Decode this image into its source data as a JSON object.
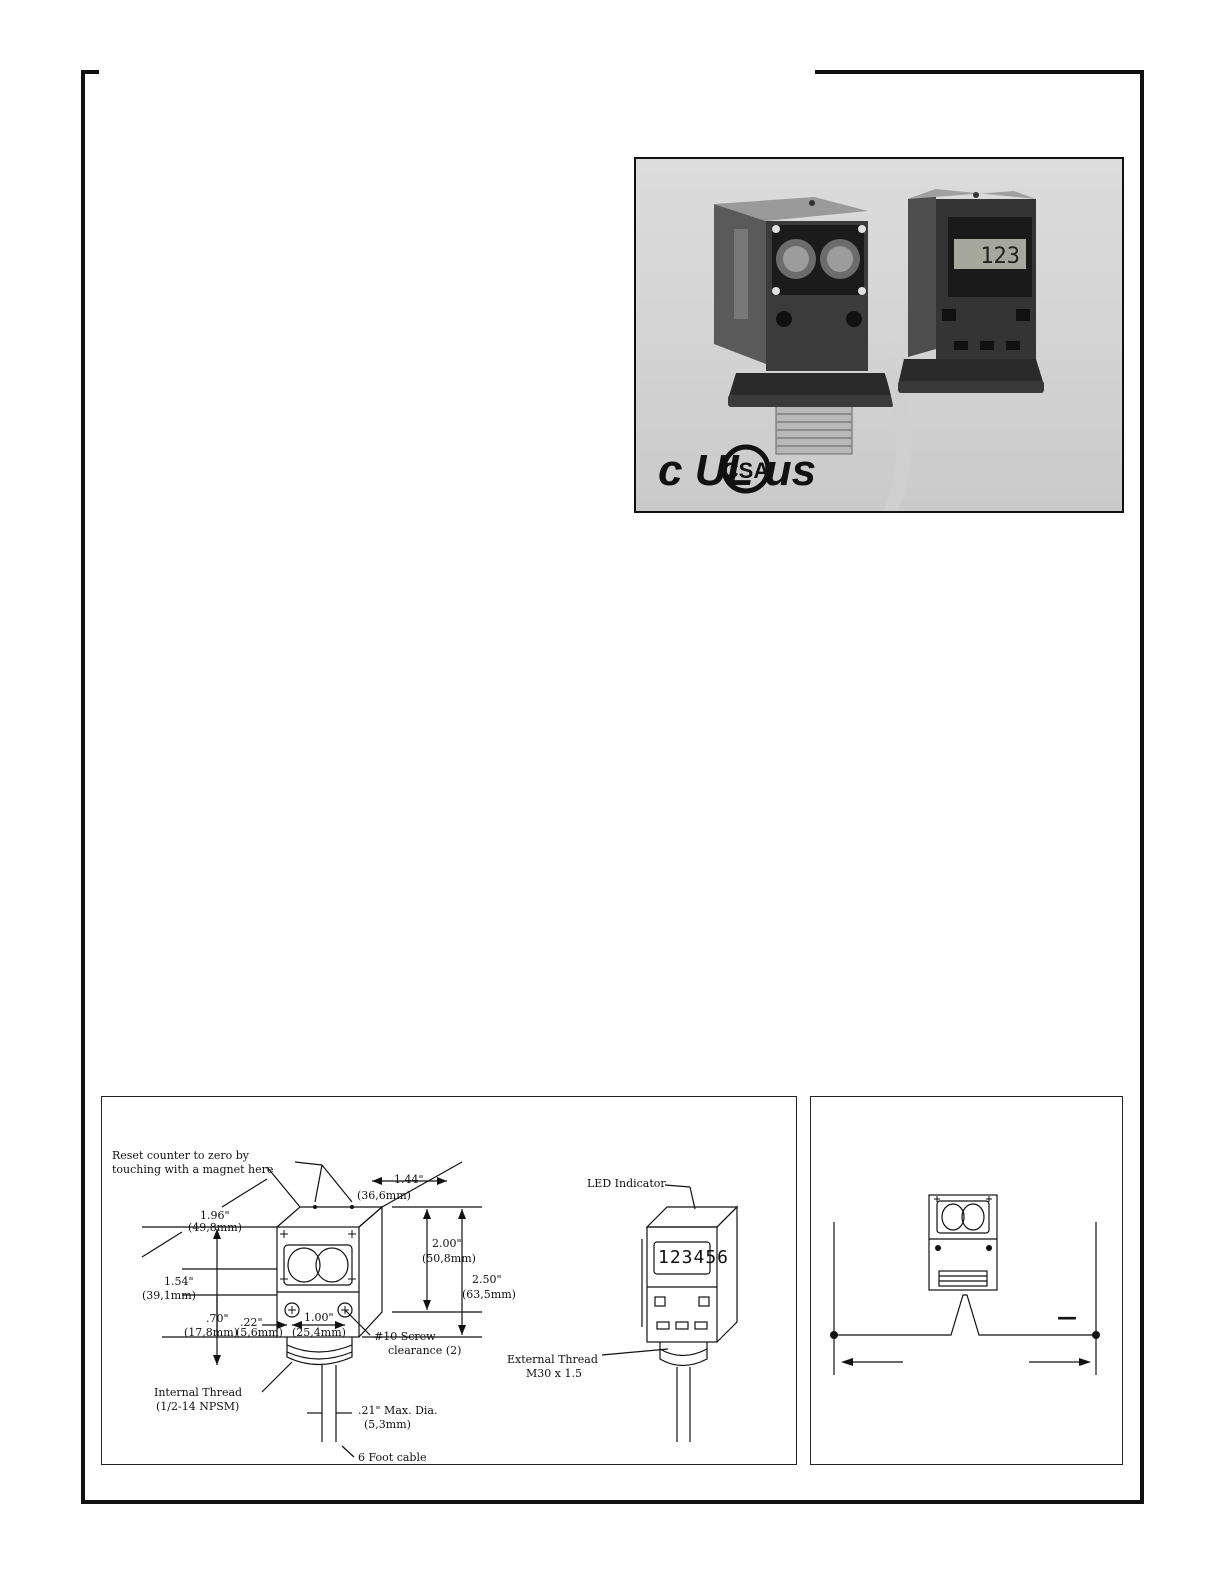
{
  "certifications": {
    "ul_mark": "c UL us",
    "csa_mark": "CSA"
  },
  "photo": {
    "display_left": "",
    "display_right": "123"
  },
  "dimension_drawing": {
    "reset_note_line1": "Reset counter to zero by",
    "reset_note_line2": "touching with a magnet here",
    "dim_144_in": "1.44\"",
    "dim_144_mm": "(36,6mm)",
    "dim_196_in": "1.96\"",
    "dim_196_mm": "(49,8mm)",
    "dim_200_in": "2.00\"",
    "dim_200_mm": "(50,8mm)",
    "dim_250_in": "2.50\"",
    "dim_250_mm": "(63,5mm)",
    "dim_154_in": "1.54\"",
    "dim_154_mm": "(39,1mm)",
    "dim_070_in": ".70\"",
    "dim_070_mm": "(17,8mm)",
    "dim_022_in": ".22\"",
    "dim_022_mm": "(5,6mm)",
    "dim_100_in": "1.00\"",
    "dim_100_mm": "(25,4mm)",
    "screw_line1": "#10 Screw",
    "screw_line2": "clearance (2)",
    "internal_thread_line1": "Internal Thread",
    "internal_thread_line2": "(1/2-14 NPSM)",
    "cable_dia_in": ".21\" Max. Dia.",
    "cable_dia_mm": "(5,3mm)",
    "cable_length": "6 Foot cable",
    "led_indicator": "LED Indicator",
    "display_digits": "123456",
    "external_thread_line1": "External Thread",
    "external_thread_line2": "M30 x 1.5"
  },
  "beam_diagram": {
    "minus_sign": "—"
  }
}
